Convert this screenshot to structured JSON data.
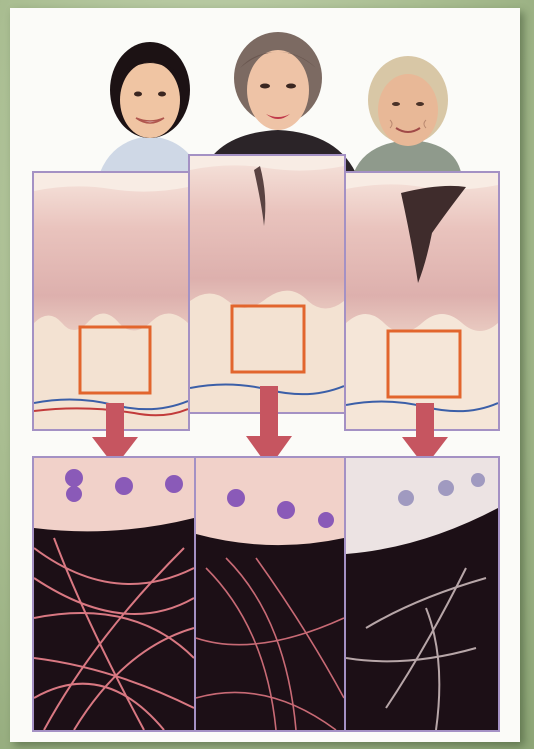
{
  "subjects": [
    {
      "age_group": "young",
      "skin": "smooth"
    },
    {
      "age_group": "middle-aged",
      "skin": "fine-lines"
    },
    {
      "age_group": "elderly",
      "skin": "deep-wrinkles"
    }
  ],
  "colors": {
    "background": "#a9bd91",
    "panel_border": "#a491c4",
    "highlight_box": "#e2652d",
    "arrow": "#c65560",
    "collagen": "#d97882",
    "nucleus": "#8a5ab8",
    "dermis_dark": "#1c0f16"
  }
}
